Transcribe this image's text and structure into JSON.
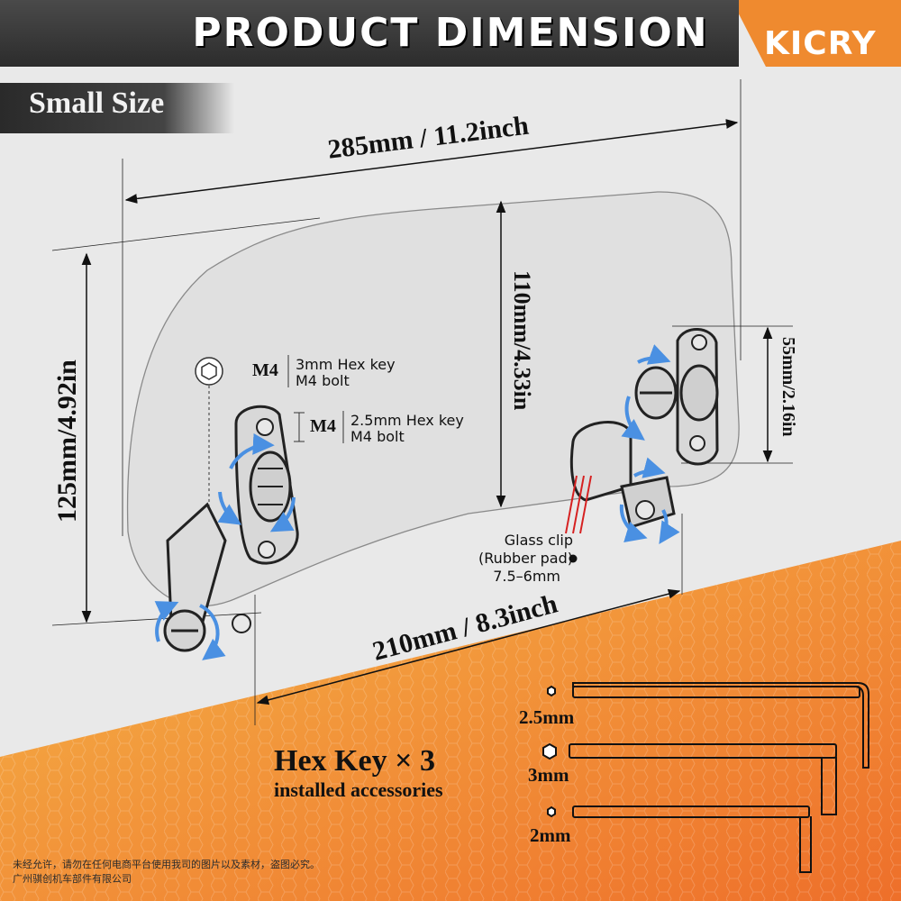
{
  "header": {
    "title": "PRODUCT DIMENSION",
    "brand": "KICRY",
    "accent_color": "#f2a33a"
  },
  "size_label": "Small Size",
  "dimensions": {
    "overall_width": "285mm / 11.2inch",
    "bottom_width": "210mm / 8.3inch",
    "left_height": "125mm/4.92in",
    "center_height": "110mm/4.33in",
    "right_height": "55mm/2.16in"
  },
  "bolts": {
    "upper": {
      "size": "M4",
      "tool": "3mm Hex key",
      "bolt": "M4 bolt"
    },
    "lower": {
      "size": "M4",
      "tool": "2.5mm Hex key",
      "bolt": "M4 bolt"
    }
  },
  "glass_clip": {
    "line1": "Glass clip",
    "line2": "(Rubber pad)",
    "line3": "7.5–6mm"
  },
  "accessories": {
    "title": "Hex Key × 3",
    "subtitle": "installed accessories",
    "keys": [
      {
        "size": "2.5mm",
        "icon": "hexagon-icon"
      },
      {
        "size": "3mm",
        "icon": "hexagon-icon"
      },
      {
        "size": "2mm",
        "icon": "hexagon-icon"
      }
    ]
  },
  "footer": {
    "line1": "未经允许，请勿在任何电商平台使用我司的图片以及素材，盗图必究。",
    "line2": "广州骐创机车部件有限公司"
  },
  "colors": {
    "rotate_arrow": "#4a90e2",
    "clip_marker": "#d62020"
  }
}
